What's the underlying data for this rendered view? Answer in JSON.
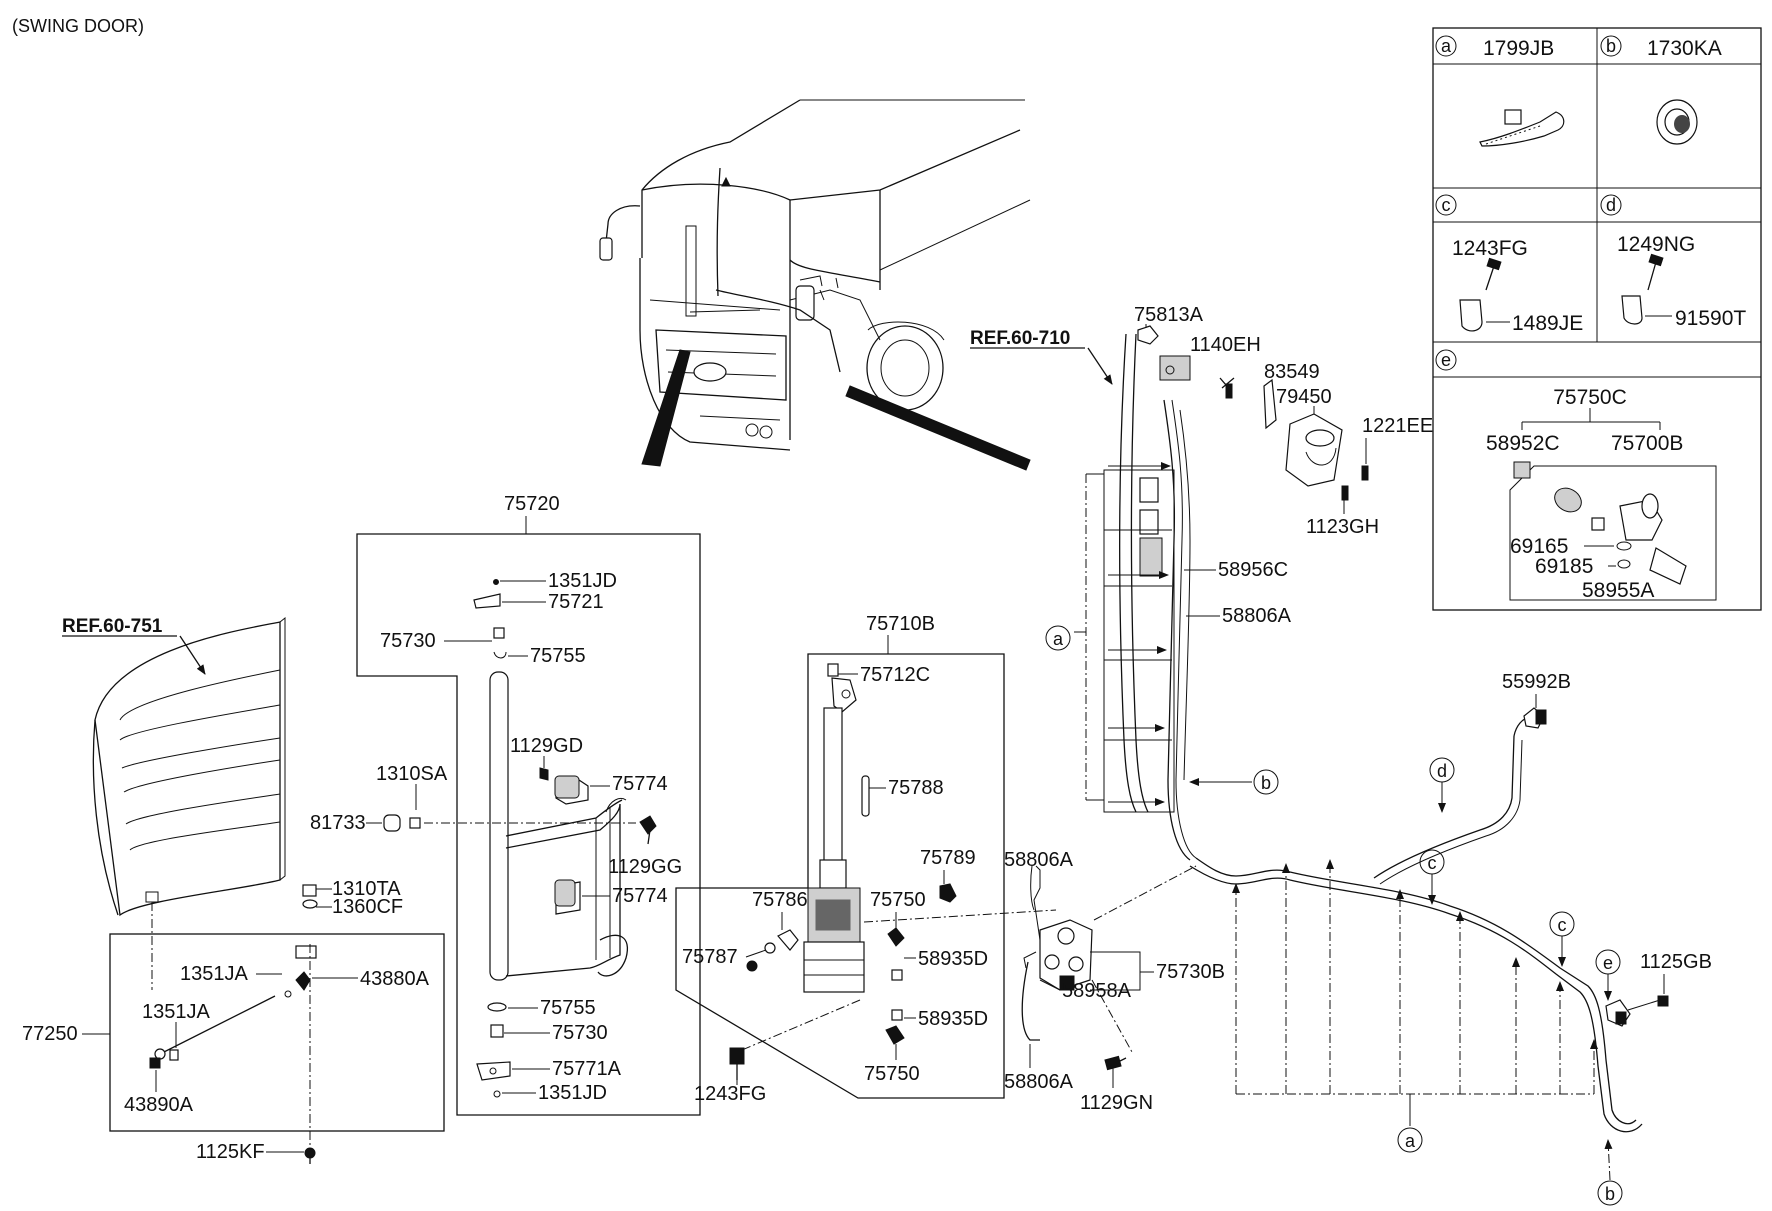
{
  "header": {
    "title": "(SWING DOOR)"
  },
  "refs": {
    "door_ref": "REF.60-710",
    "panel_ref": "REF.60-751"
  },
  "legend": {
    "a": {
      "letter": "a",
      "part": "1799JB"
    },
    "b": {
      "letter": "b",
      "part": "1730KA"
    },
    "c": {
      "letter": "c",
      "parts": [
        "1243FG",
        "1489JE"
      ]
    },
    "d": {
      "letter": "d",
      "parts": [
        "1249NG",
        "91590T"
      ]
    },
    "e": {
      "letter": "e",
      "assembly": "75750C",
      "parts": [
        "58952C",
        "75700B",
        "69165",
        "69185",
        "58955A"
      ]
    }
  },
  "callouts": [
    "a",
    "b",
    "c",
    "d",
    "e",
    "a",
    "b",
    "c",
    "d",
    "e"
  ],
  "parts": {
    "p75720": "75720",
    "p1351JD_top": "1351JD",
    "p75721": "75721",
    "p75730_top": "75730",
    "p75755_top": "75755",
    "p1129GD": "1129GD",
    "p75774_top": "75774",
    "p1129GG": "1129GG",
    "p75774_bot": "75774",
    "p75755_bot": "75755",
    "p75730_bot": "75730",
    "p75771A": "75771A",
    "p1351JD_bot": "1351JD",
    "p1310SA": "1310SA",
    "p81733": "81733",
    "p1310TA": "1310TA",
    "p1360CF": "1360CF",
    "p1351JA_a": "1351JA",
    "p43880A": "43880A",
    "p1351JA_b": "1351JA",
    "p77250": "77250",
    "p43890A": "43890A",
    "p1125KF": "1125KF",
    "p75710B": "75710B",
    "p75712C": "75712C",
    "p75788": "75788",
    "p75789": "75789",
    "p75786": "75786",
    "p75750_a": "75750",
    "p75787": "75787",
    "p58935D_a": "58935D",
    "p58935D_b": "58935D",
    "p75750_b": "75750",
    "p1243FG": "1243FG",
    "p58806A_top": "58806A",
    "p58958A": "58958A",
    "p75730B": "75730B",
    "p58806A_bot": "58806A",
    "p1129GN": "1129GN",
    "p75813A": "75813A",
    "p1140EH": "1140EH",
    "p83549": "83549",
    "p79450": "79450",
    "p1221EE": "1221EE",
    "p1123GH": "1123GH",
    "p58956C": "58956C",
    "p58806A_mid": "58806A",
    "p55992B": "55992B",
    "p1125GB": "1125GB"
  }
}
